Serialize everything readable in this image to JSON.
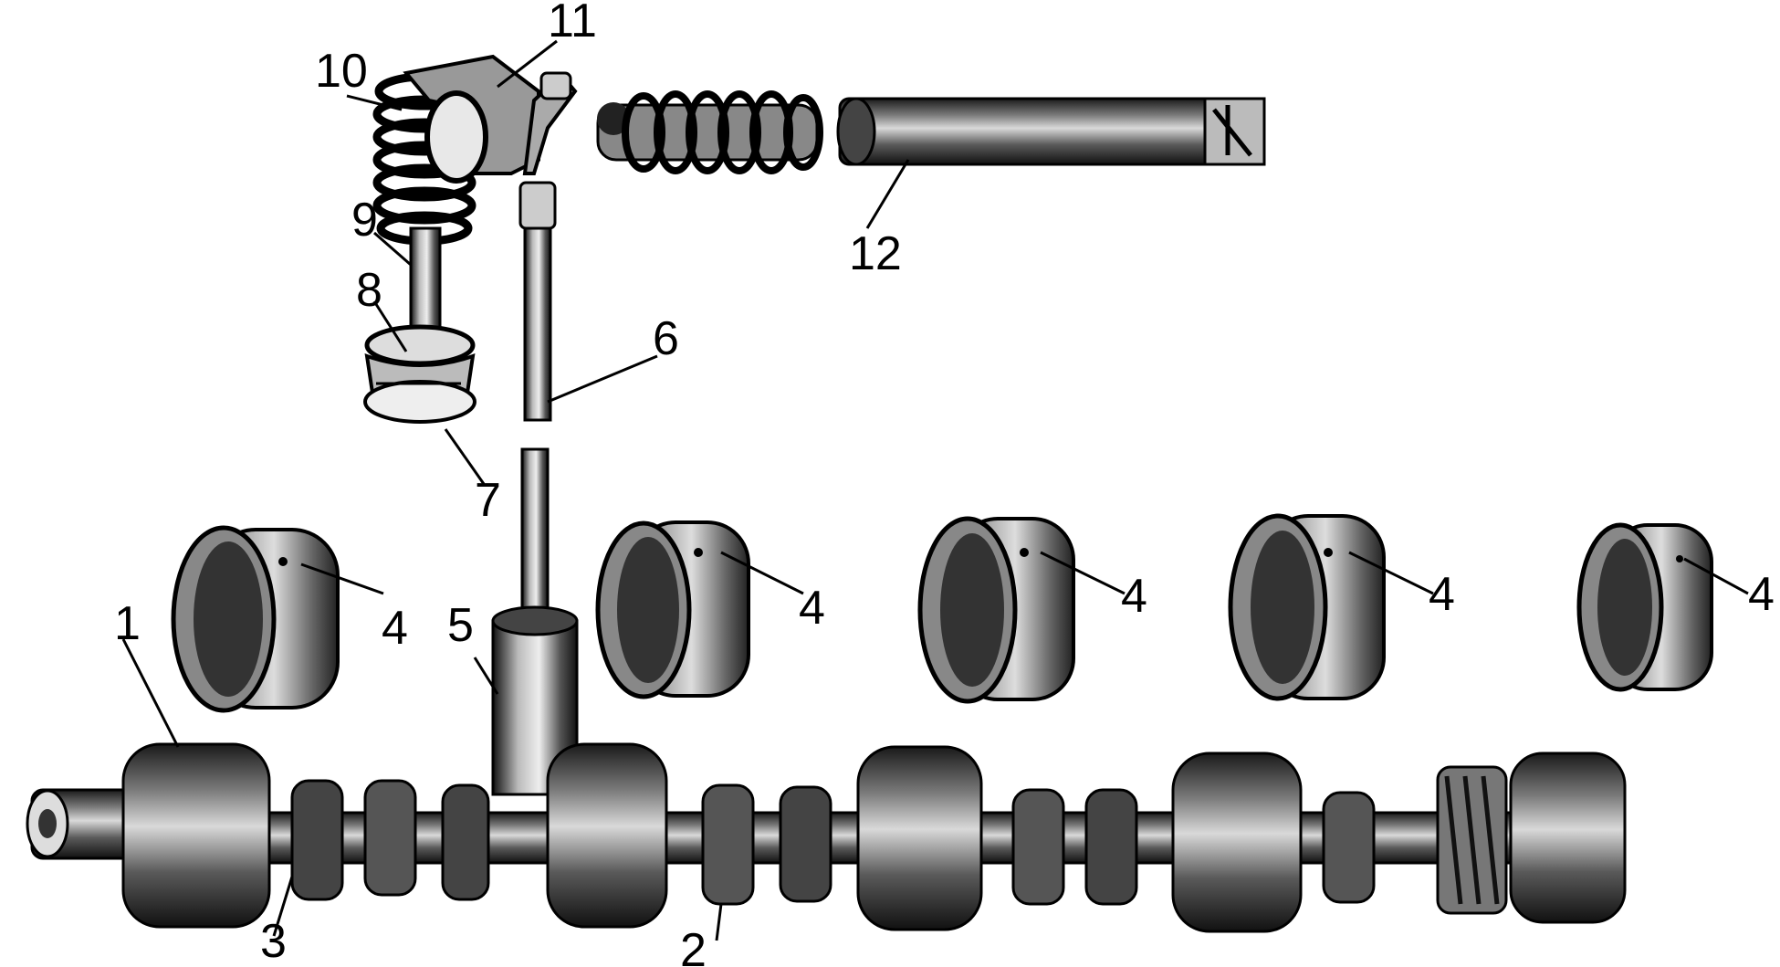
{
  "labels": {
    "l1": "1",
    "l2": "2",
    "l3": "3",
    "l4a": "4",
    "l4b": "4",
    "l4c": "4",
    "l4d": "4",
    "l4e": "4",
    "l5": "5",
    "l6": "6",
    "l7": "7",
    "l8": "8",
    "l9": "9",
    "l10": "10",
    "l11": "11",
    "l12": "12"
  }
}
